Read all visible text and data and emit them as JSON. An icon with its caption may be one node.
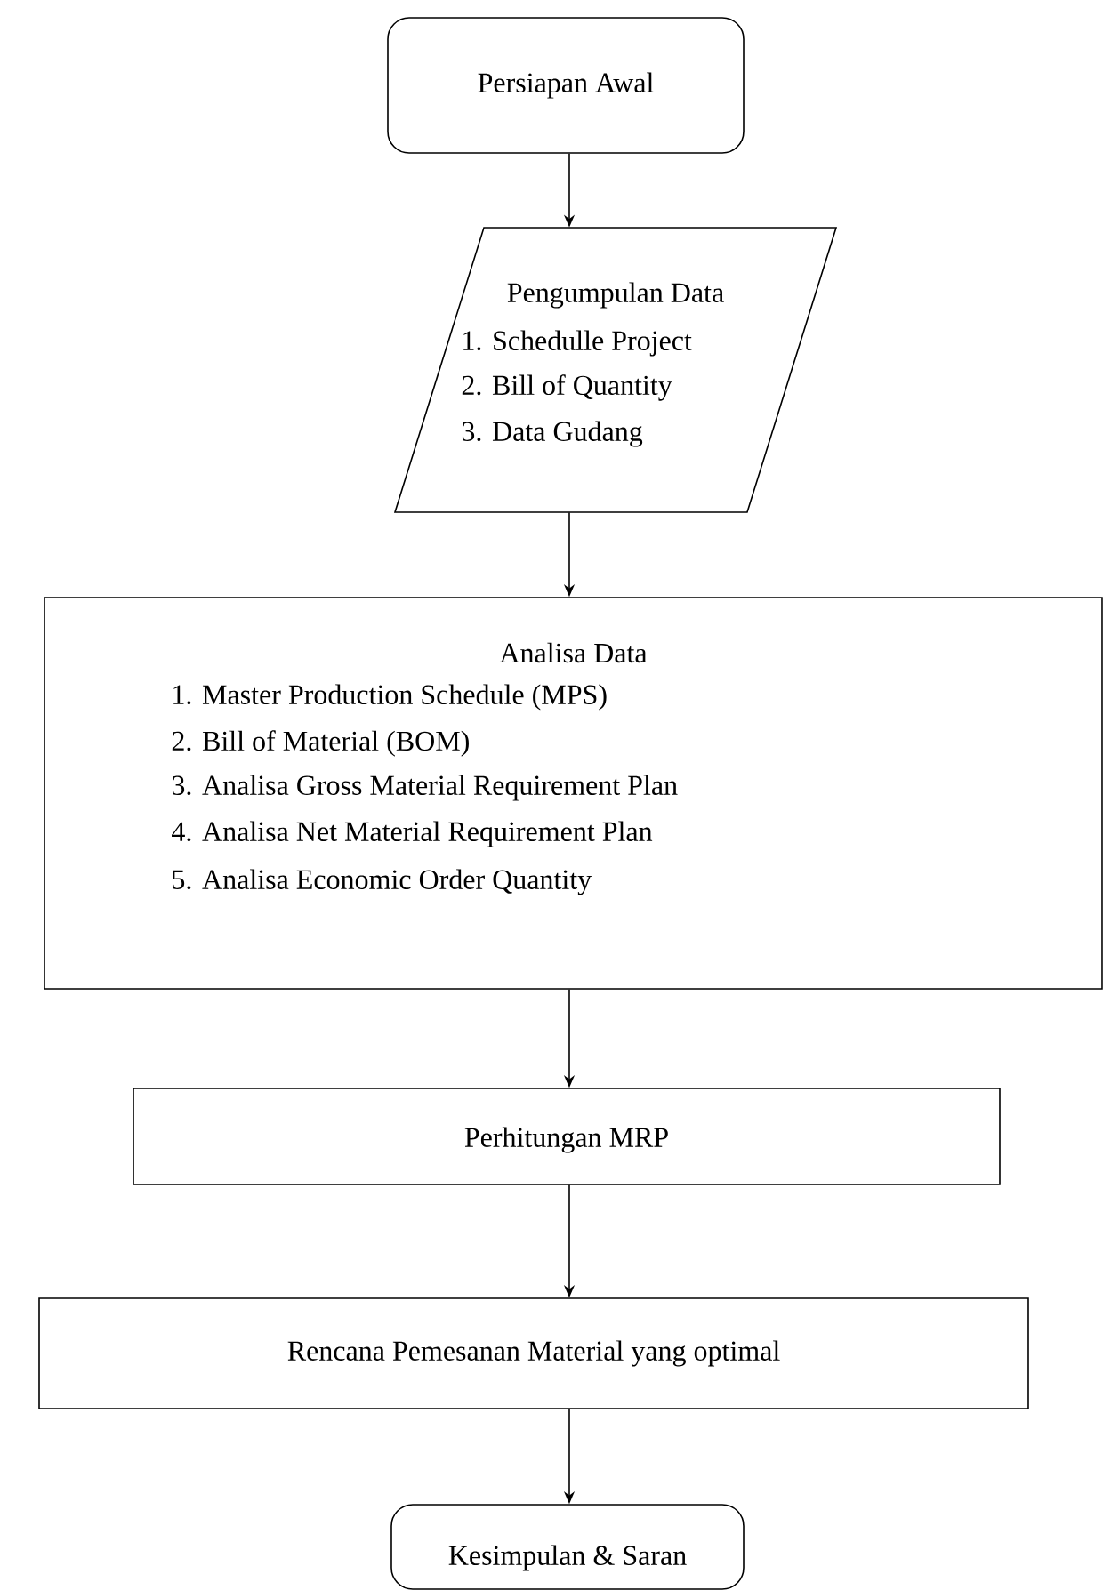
{
  "diagram": {
    "nodes": [
      {
        "text": [
          "Persiapan Awal"
        ]
      },
      {
        "text": [
          "Pengumpulan Data",
          "1. Schedulle Project",
          "2. Bill of Quantity",
          "3. Data Gudang"
        ]
      },
      {
        "text": [
          "Analisa Data",
          "1. Master Production Schedule (MPS)",
          "2. Bill of Material (BOM)",
          "3. Analisa Gross Material Requirement Plan",
          "4. Analisa Net Material Requirement Plan",
          "5. Analisa Economic Order Quantity"
        ]
      },
      {
        "text": [
          "Perhitungan MRP"
        ]
      },
      {
        "text": [
          "Rencana Pemesanan Material yang optimal"
        ]
      },
      {
        "text": [
          "Kesimpulan & Saran"
        ]
      }
    ],
    "edges": [
      {
        "from": 0,
        "to": 1,
        "arrow": "to"
      },
      {
        "from": 1,
        "to": 2,
        "arrow": "to"
      },
      {
        "from": 2,
        "to": 3,
        "arrow": "to"
      },
      {
        "from": 3,
        "to": 4,
        "arrow": "to"
      },
      {
        "from": 4,
        "to": 5,
        "arrow": "to"
      }
    ]
  }
}
